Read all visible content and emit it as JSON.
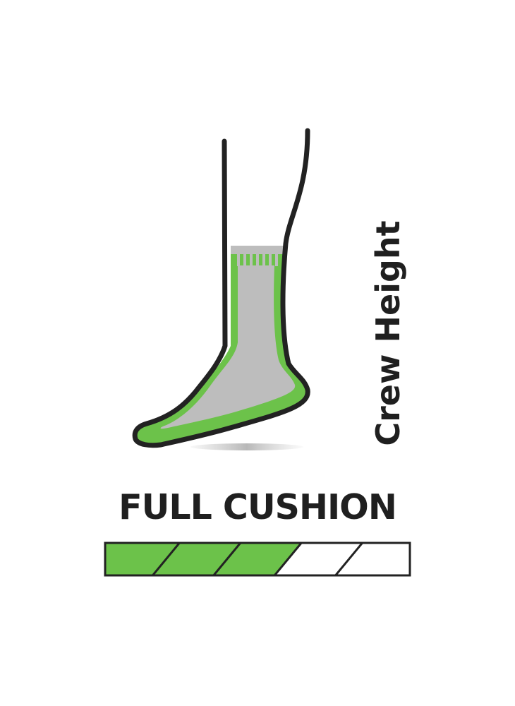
{
  "height_label": "Crew Height",
  "cushion_label": "FULL CUSHION",
  "cushion_meter": {
    "segments_total": 5,
    "segments_filled": 3
  },
  "colors": {
    "outline": "#222222",
    "sock_green": "#6cc24a",
    "sock_grey": "#bdbdbd",
    "text": "#1f1f1f",
    "shadow": "#d8d8d8"
  }
}
